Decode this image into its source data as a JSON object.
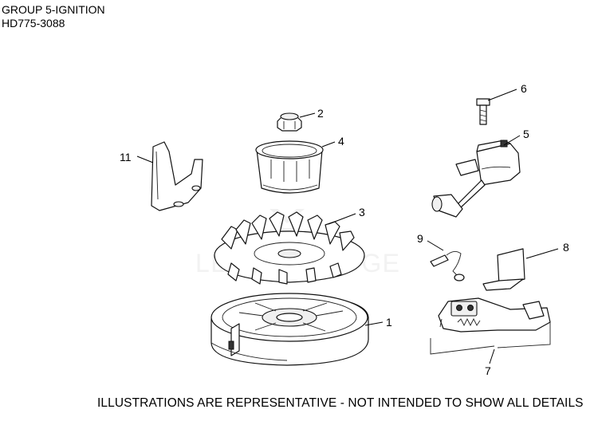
{
  "header": {
    "group": "GROUP 5-IGNITION",
    "model": "HD775-3088"
  },
  "footer": {
    "disclaimer": "ILLUSTRATIONS ARE REPRESENTATIVE - NOT INTENDED TO SHOW ALL DETAILS"
  },
  "callouts": {
    "c1": "1",
    "c2": "2",
    "c3": "3",
    "c4": "4",
    "c5": "5",
    "c6": "6",
    "c7": "7",
    "c8": "8",
    "c9": "9",
    "c11": "11"
  }
}
